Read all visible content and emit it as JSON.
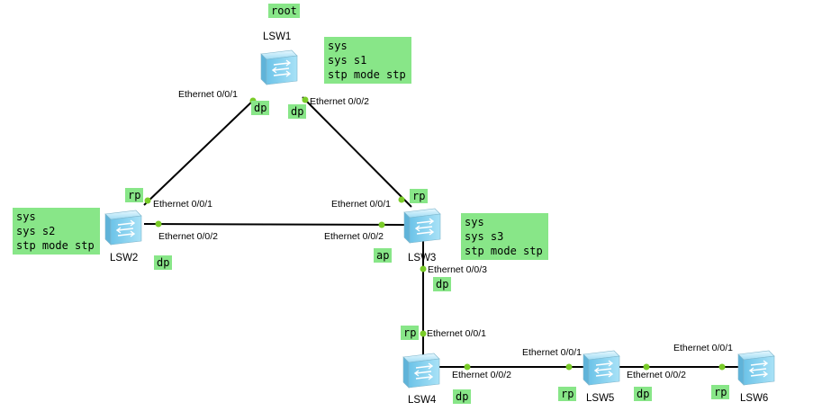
{
  "root_label": "root",
  "switches": [
    {
      "id": "LSW1",
      "name": "LSW1"
    },
    {
      "id": "LSW2",
      "name": "LSW2"
    },
    {
      "id": "LSW3",
      "name": "LSW3"
    },
    {
      "id": "LSW4",
      "name": "LSW4"
    },
    {
      "id": "LSW5",
      "name": "LSW5"
    },
    {
      "id": "LSW6",
      "name": "LSW6"
    }
  ],
  "ports": {
    "lsw1_p1": "Ethernet 0/0/1",
    "lsw1_p2": "Ethernet 0/0/2",
    "lsw2_p1": "Ethernet 0/0/1",
    "lsw2_p2": "Ethernet 0/0/2",
    "lsw3_p1": "Ethernet 0/0/1",
    "lsw3_p2": "Ethernet 0/0/2",
    "lsw3_p3": "Ethernet 0/0/3",
    "lsw4_p1": "Ethernet 0/0/1",
    "lsw4_p2": "Ethernet 0/0/2",
    "lsw5_p1": "Ethernet 0/0/1",
    "lsw5_p2": "Ethernet 0/0/2",
    "lsw6_p1": "Ethernet 0/0/1"
  },
  "roles": {
    "lsw1_p1": "dp",
    "lsw1_p2": "dp",
    "lsw2_p1": "rp",
    "lsw2_p2": "dp",
    "lsw3_p1": "rp",
    "lsw3_p2": "ap",
    "lsw3_p3": "dp",
    "lsw4_p1": "rp",
    "lsw4_p2": "dp",
    "lsw5_p1": "rp",
    "lsw5_p2": "dp",
    "lsw6_p1": "rp"
  },
  "configs": {
    "s1": "sys\nsys s1\nstp mode stp",
    "s2": "sys\nsys s2\nstp mode stp",
    "s3": "sys\nsys s3\nstp mode stp"
  },
  "colors": {
    "tag_bg": "#88e688",
    "port_dot": "#7acc29",
    "link": "#000000",
    "switch_body": "#bfeeff"
  }
}
